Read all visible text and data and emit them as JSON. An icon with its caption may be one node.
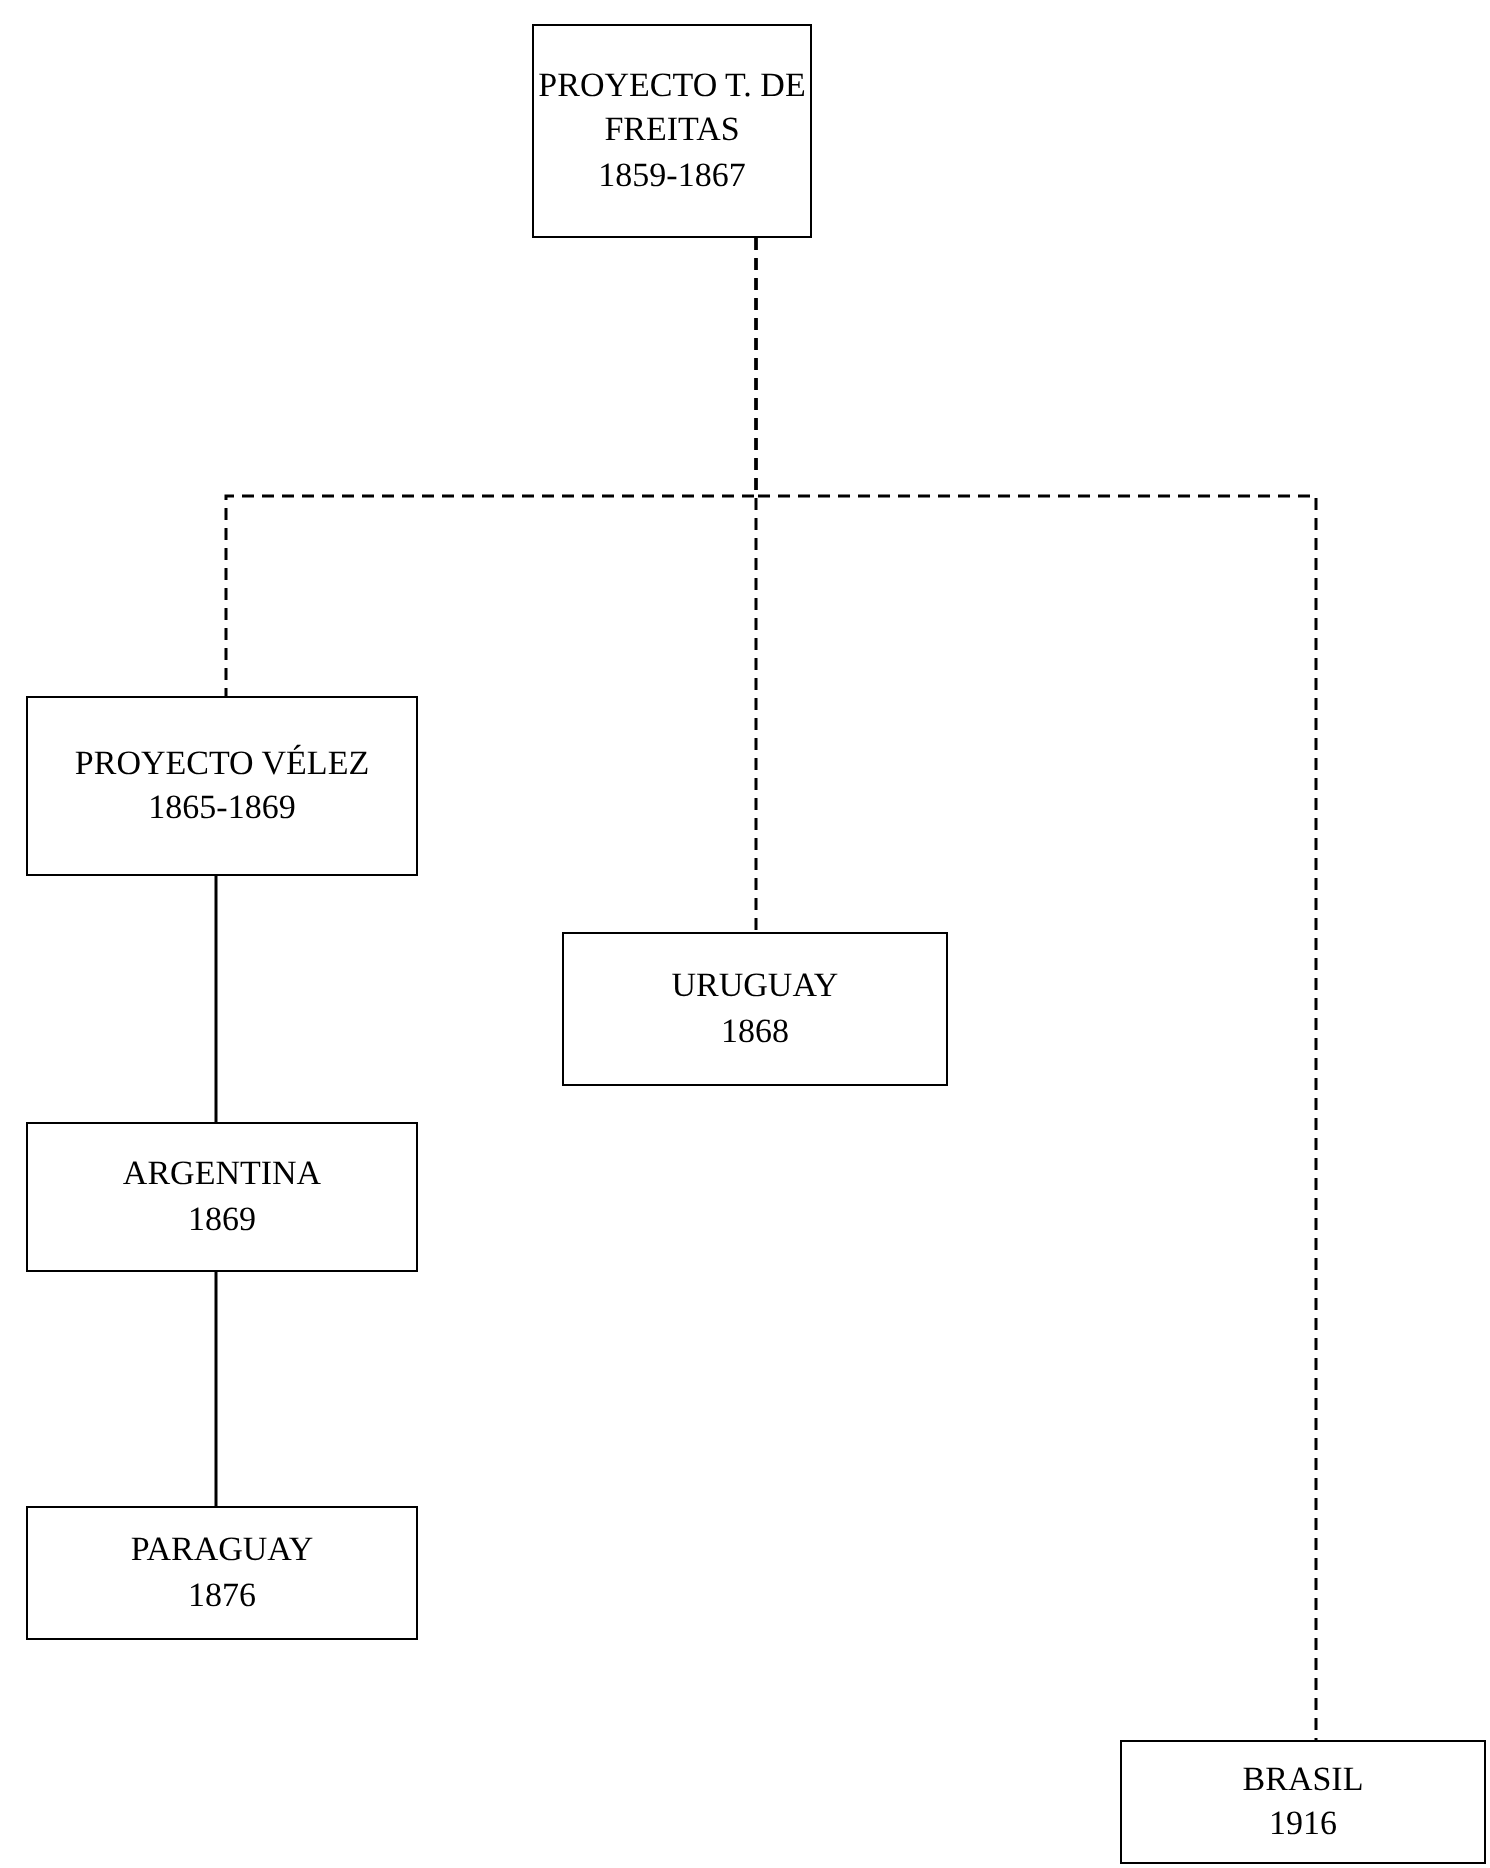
{
  "diagram": {
    "nodes": [
      {
        "text": [
          "PROYECTO T. DE FREITAS",
          "1859-1867"
        ]
      },
      {
        "text": [
          "PROYECTO VÉLEZ",
          "1865-1869"
        ]
      },
      {
        "text": [
          "URUGUAY",
          "1868"
        ]
      },
      {
        "text": [
          "ARGENTINA",
          "1869"
        ]
      },
      {
        "text": [
          "PARAGUAY",
          "1876"
        ]
      },
      {
        "text": [
          "BRASIL",
          "1916"
        ]
      }
    ],
    "edges": [
      {
        "from": 0,
        "to": 1,
        "arrow": "none",
        "style": "dashed"
      },
      {
        "from": 0,
        "to": 2,
        "arrow": "none",
        "style": "dashed"
      },
      {
        "from": 0,
        "to": 5,
        "arrow": "none",
        "style": "dashed"
      },
      {
        "from": 1,
        "to": 3,
        "arrow": "none"
      },
      {
        "from": 3,
        "to": 4,
        "arrow": "none"
      }
    ]
  }
}
